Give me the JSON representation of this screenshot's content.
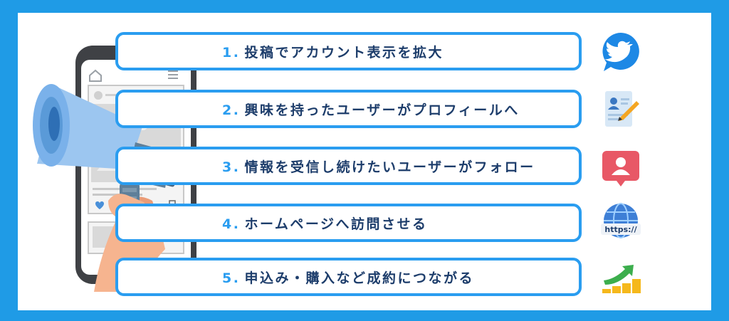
{
  "steps": [
    {
      "num": "1.",
      "text": "投稿でアカウント表示を拡大"
    },
    {
      "num": "2.",
      "text": "興味を持ったユーザーがプロフィールへ"
    },
    {
      "num": "3.",
      "text": "情報を受信し続けたいユーザーがフォロー"
    },
    {
      "num": "4.",
      "text": "ホームページへ訪問させる"
    },
    {
      "num": "5.",
      "text": "申込み・購入など成約につながる"
    }
  ],
  "icons": {
    "https_label": "https://"
  },
  "colors": {
    "frame": "#1f9be6",
    "accent": "#2a9df0",
    "text": "#1d3d6b",
    "alert": "#e85866"
  }
}
